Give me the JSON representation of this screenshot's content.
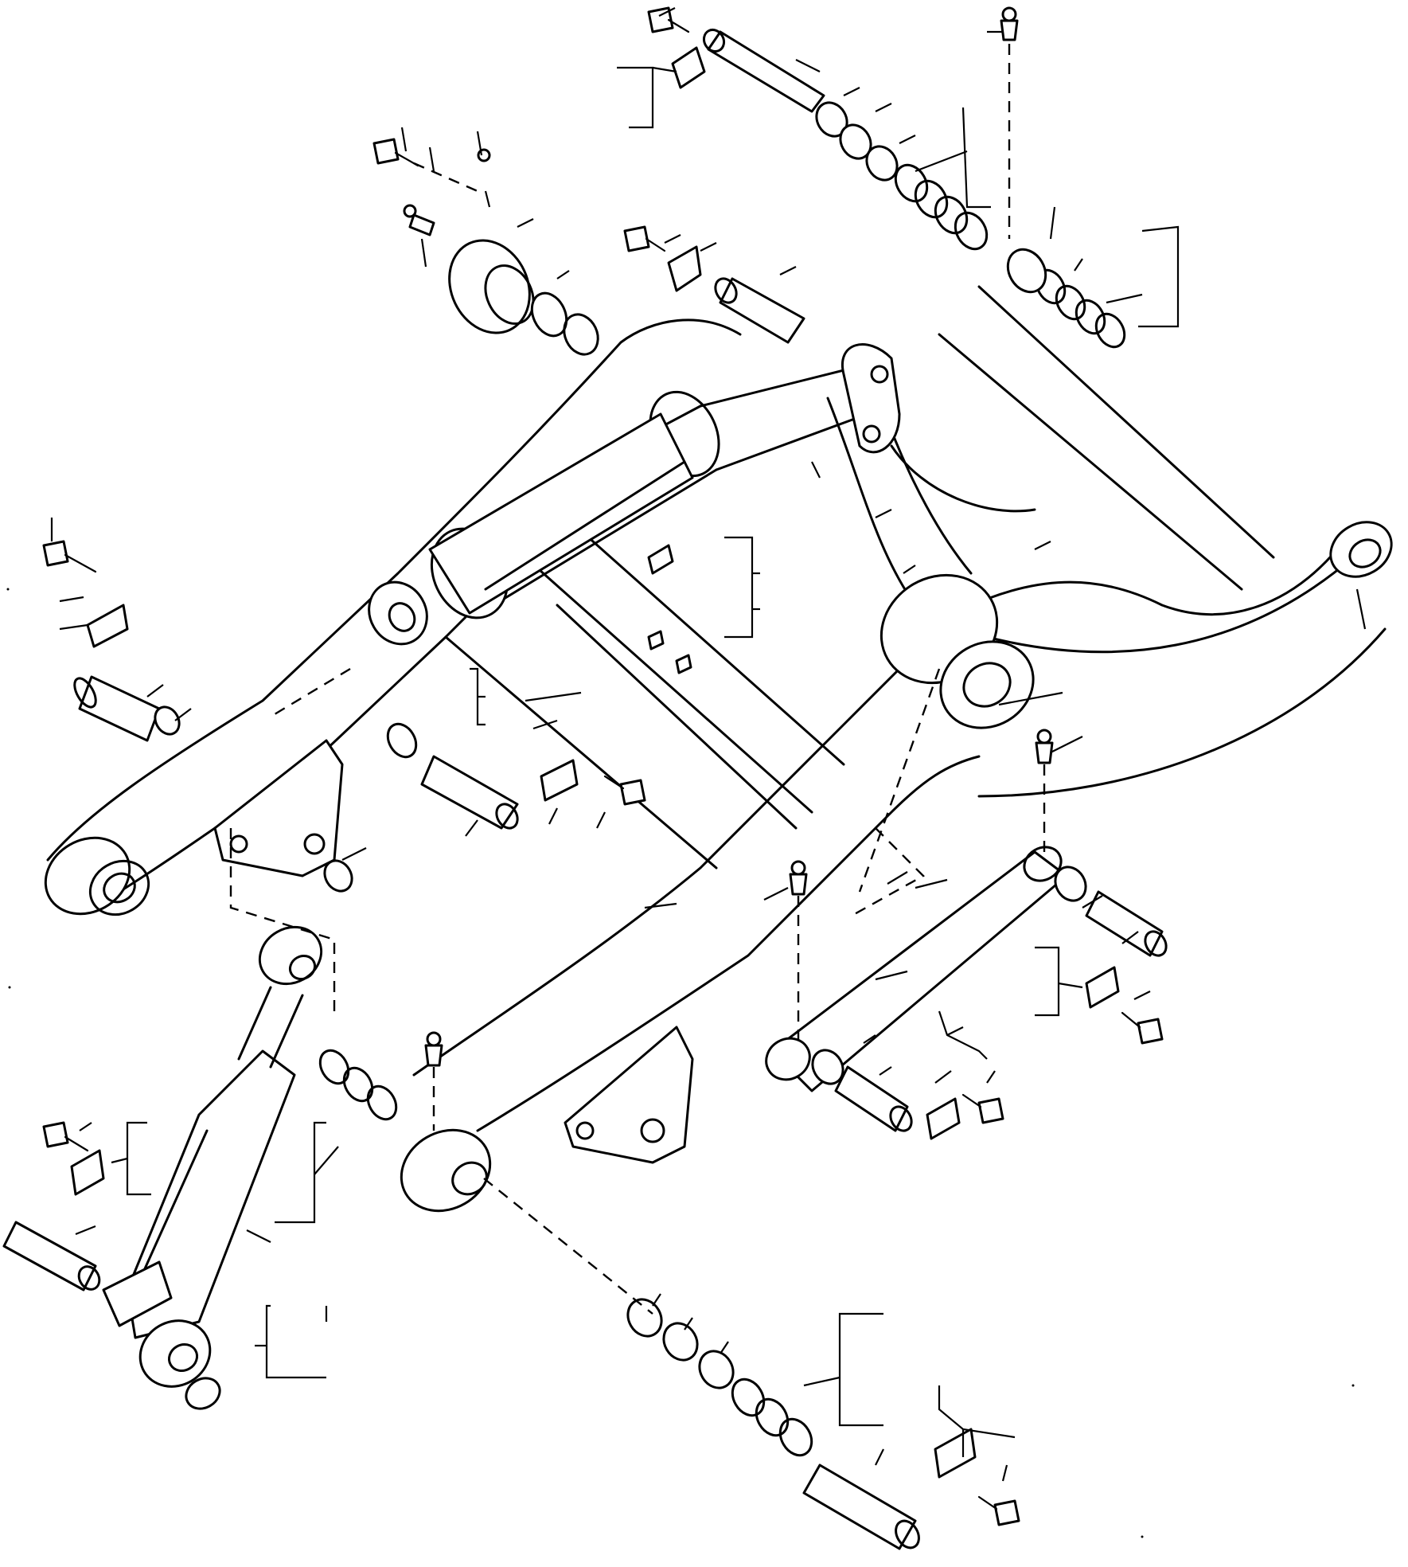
{
  "image": {
    "kind": "exploded parts diagram, loader lift arm assembly (line drawing, no printed text)",
    "ink_color": "#000000",
    "background_color": "#ffffff"
  },
  "parts": [
    {
      "name": "lift-arm-frame"
    },
    {
      "name": "cross-tube"
    },
    {
      "name": "upper-pivot-shaft"
    },
    {
      "name": "bellcrank-lever"
    },
    {
      "name": "tilt-link-bar"
    },
    {
      "name": "tilt-cylinder"
    },
    {
      "name": "lift-cylinder"
    },
    {
      "name": "pivot-pin"
    },
    {
      "name": "bushing"
    },
    {
      "name": "shim-ring"
    },
    {
      "name": "lock-plate"
    },
    {
      "name": "bolt"
    },
    {
      "name": "grease-fitting"
    },
    {
      "name": "flange-hub"
    }
  ]
}
